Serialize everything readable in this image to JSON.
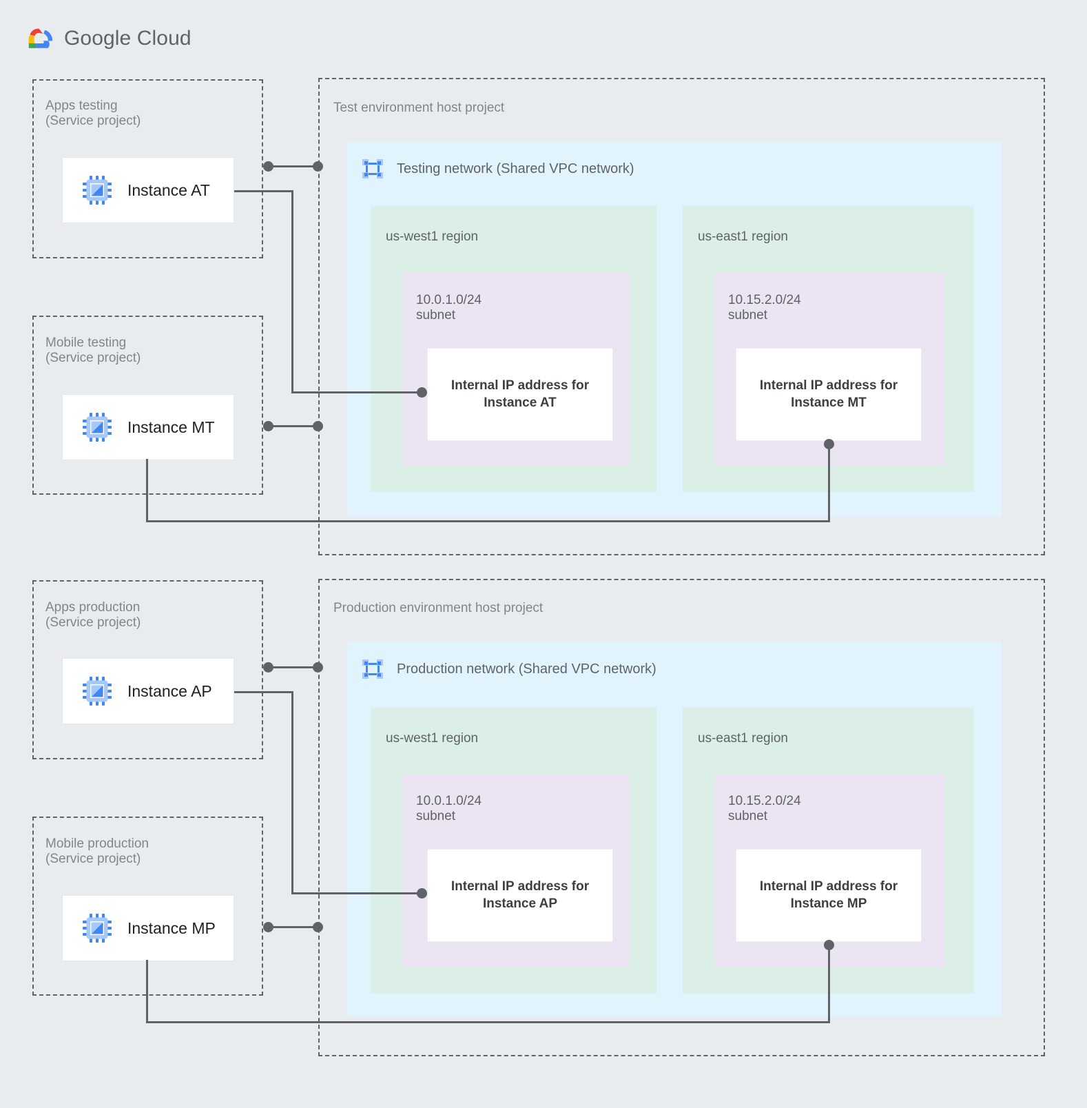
{
  "brand": {
    "name_bold": "Google",
    "name_light": "Cloud",
    "logo_icon": "google-cloud-logo"
  },
  "colors": {
    "page_background": "#e8ecee",
    "network_fill": "#e1f4fd",
    "region_fill": "#dcefe6",
    "subnet_fill": "#ebe4f3",
    "card_fill": "#ffffff",
    "border_dashed": "#5f6368",
    "connector": "#5f6368",
    "label_text": "#5f6368",
    "title_text": "#202124",
    "icon_blue": "#4285f4",
    "icon_blue_light": "#a6c8fa"
  },
  "service_projects": [
    {
      "id": "apps-testing",
      "label": "Apps testing\n(Service project)",
      "instance": {
        "name": "Instance AT",
        "icon": "vm-chip-icon"
      }
    },
    {
      "id": "mobile-testing",
      "label": "Mobile testing\n(Service project)",
      "instance": {
        "name": "Instance MT",
        "icon": "vm-chip-icon"
      }
    },
    {
      "id": "apps-production",
      "label": "Apps production\n(Service project)",
      "instance": {
        "name": "Instance AP",
        "icon": "vm-chip-icon"
      }
    },
    {
      "id": "mobile-production",
      "label": "Mobile production\n(Service project)",
      "instance": {
        "name": "Instance MP",
        "icon": "vm-chip-icon"
      }
    }
  ],
  "host_projects": [
    {
      "id": "test-env",
      "label": "Test environment host project",
      "network": {
        "title": "Testing network (Shared VPC network)",
        "icon": "vpc-network-icon"
      },
      "regions": [
        {
          "name": "us-west1 region",
          "subnet": {
            "cidr_label": "10.0.1.0/24\nsubnet",
            "ip_box": "Internal IP address for\nInstance AT"
          }
        },
        {
          "name": "us-east1 region",
          "subnet": {
            "cidr_label": "10.15.2.0/24\nsubnet",
            "ip_box": "Internal IP address for\nInstance MT"
          }
        }
      ]
    },
    {
      "id": "production-env",
      "label": "Production environment host project",
      "network": {
        "title": "Production network (Shared VPC network)",
        "icon": "vpc-network-icon"
      },
      "regions": [
        {
          "name": "us-west1 region",
          "subnet": {
            "cidr_label": "10.0.1.0/24\nsubnet",
            "ip_box": "Internal IP address for\nInstance AP"
          }
        },
        {
          "name": "us-east1 region",
          "subnet": {
            "cidr_label": "10.15.2.0/24\nsubnet",
            "ip_box": "Internal IP address for\nInstance MP"
          }
        }
      ]
    }
  ]
}
